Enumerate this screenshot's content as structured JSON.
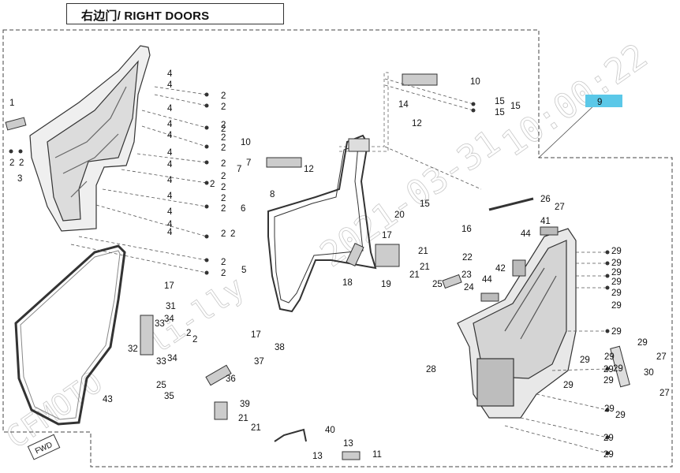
{
  "header": {
    "title": "右边门/ RIGHT DOORS"
  },
  "highlight": {
    "label": "9",
    "color": "#5bc8e8"
  },
  "watermark": {
    "date": "2021-03-31",
    "time": "10:00:22",
    "brand": "CFMOTO",
    "user": "li-lly"
  },
  "front_badge": {
    "text": "FWD"
  },
  "callouts": [
    {
      "id": "c1",
      "text": "1"
    },
    {
      "id": "c2a",
      "text": "2"
    },
    {
      "id": "c2b",
      "text": "2"
    },
    {
      "id": "c3",
      "text": "3"
    },
    {
      "id": "c4a",
      "text": "4"
    },
    {
      "id": "c4b",
      "text": "4"
    },
    {
      "id": "c4c",
      "text": "4"
    },
    {
      "id": "c4d",
      "text": "4"
    },
    {
      "id": "c4e",
      "text": "4"
    },
    {
      "id": "c4f",
      "text": "4"
    },
    {
      "id": "c4g",
      "text": "4"
    },
    {
      "id": "c4h",
      "text": "4"
    },
    {
      "id": "c4i",
      "text": "4"
    },
    {
      "id": "c4j",
      "text": "4"
    },
    {
      "id": "c4k",
      "text": "4"
    },
    {
      "id": "c4l",
      "text": "4"
    },
    {
      "id": "r2a",
      "text": "2"
    },
    {
      "id": "r2b",
      "text": "2"
    },
    {
      "id": "r2c",
      "text": "2"
    },
    {
      "id": "r2d",
      "text": "2"
    },
    {
      "id": "r2e",
      "text": "2"
    },
    {
      "id": "r2f",
      "text": "2"
    },
    {
      "id": "r2g",
      "text": "2"
    },
    {
      "id": "r2h",
      "text": "2"
    },
    {
      "id": "r2i",
      "text": "2"
    },
    {
      "id": "r2j",
      "text": "2"
    },
    {
      "id": "r2k",
      "text": "2"
    },
    {
      "id": "r2l",
      "text": "2"
    },
    {
      "id": "r2m",
      "text": "2"
    },
    {
      "id": "r2n",
      "text": "2"
    },
    {
      "id": "r2o",
      "text": "2"
    },
    {
      "id": "r2p",
      "text": "2"
    },
    {
      "id": "c5",
      "text": "5"
    },
    {
      "id": "c6",
      "text": "6"
    },
    {
      "id": "c7a",
      "text": "7"
    },
    {
      "id": "c7b",
      "text": "7"
    },
    {
      "id": "c8",
      "text": "8"
    },
    {
      "id": "c10a",
      "text": "10"
    },
    {
      "id": "c12a",
      "text": "12"
    },
    {
      "id": "c10b",
      "text": "10"
    },
    {
      "id": "c14",
      "text": "14"
    },
    {
      "id": "c12b",
      "text": "12"
    },
    {
      "id": "c15a",
      "text": "15"
    },
    {
      "id": "c15b",
      "text": "15"
    },
    {
      "id": "c15c",
      "text": "15"
    },
    {
      "id": "c15d",
      "text": "15"
    },
    {
      "id": "c16",
      "text": "16"
    },
    {
      "id": "c17a",
      "text": "17"
    },
    {
      "id": "c18",
      "text": "18"
    },
    {
      "id": "c19",
      "text": "19"
    },
    {
      "id": "c20",
      "text": "20"
    },
    {
      "id": "c21a",
      "text": "21"
    },
    {
      "id": "c21b",
      "text": "21"
    },
    {
      "id": "c21c",
      "text": "21"
    },
    {
      "id": "c22",
      "text": "22"
    },
    {
      "id": "c23",
      "text": "23"
    },
    {
      "id": "c24",
      "text": "24"
    },
    {
      "id": "c25a",
      "text": "25"
    },
    {
      "id": "c26",
      "text": "26"
    },
    {
      "id": "c27a",
      "text": "27"
    },
    {
      "id": "c41",
      "text": "41"
    },
    {
      "id": "c44a",
      "text": "44"
    },
    {
      "id": "c42",
      "text": "42"
    },
    {
      "id": "c44b",
      "text": "44"
    },
    {
      "id": "c28",
      "text": "28"
    },
    {
      "id": "c29a",
      "text": "29"
    },
    {
      "id": "c29b",
      "text": "29"
    },
    {
      "id": "c29c",
      "text": "29"
    },
    {
      "id": "c29d",
      "text": "29"
    },
    {
      "id": "c29e",
      "text": "29"
    },
    {
      "id": "c29f",
      "text": "29"
    },
    {
      "id": "c29g",
      "text": "29"
    },
    {
      "id": "c29h",
      "text": "29"
    },
    {
      "id": "c29i",
      "text": "29"
    },
    {
      "id": "c29j",
      "text": "29"
    },
    {
      "id": "c29k",
      "text": "29"
    },
    {
      "id": "c29l",
      "text": "29"
    },
    {
      "id": "c29m",
      "text": "29"
    },
    {
      "id": "c29n",
      "text": "29"
    },
    {
      "id": "c29o",
      "text": "29"
    },
    {
      "id": "c29p",
      "text": "29"
    },
    {
      "id": "c29q",
      "text": "29"
    },
    {
      "id": "c29r",
      "text": "29"
    },
    {
      "id": "c27b",
      "text": "27"
    },
    {
      "id": "c27c",
      "text": "27"
    },
    {
      "id": "c30",
      "text": "30"
    },
    {
      "id": "c17b",
      "text": "17"
    },
    {
      "id": "c31",
      "text": "31"
    },
    {
      "id": "c33a",
      "text": "33"
    },
    {
      "id": "c34a",
      "text": "34"
    },
    {
      "id": "c32",
      "text": "32"
    },
    {
      "id": "c33b",
      "text": "33"
    },
    {
      "id": "c34b",
      "text": "34"
    },
    {
      "id": "c2x",
      "text": "2"
    },
    {
      "id": "c2y",
      "text": "2"
    },
    {
      "id": "c17c",
      "text": "17"
    },
    {
      "id": "c38",
      "text": "38"
    },
    {
      "id": "c37",
      "text": "37"
    },
    {
      "id": "c36",
      "text": "36"
    },
    {
      "id": "c25b",
      "text": "25"
    },
    {
      "id": "c35",
      "text": "35"
    },
    {
      "id": "c39",
      "text": "39"
    },
    {
      "id": "c21d",
      "text": "21"
    },
    {
      "id": "c21e",
      "text": "21"
    },
    {
      "id": "c43",
      "text": "43"
    },
    {
      "id": "c40",
      "text": "40"
    },
    {
      "id": "c13a",
      "text": "13"
    },
    {
      "id": "c13b",
      "text": "13"
    },
    {
      "id": "c11",
      "text": "11"
    }
  ]
}
